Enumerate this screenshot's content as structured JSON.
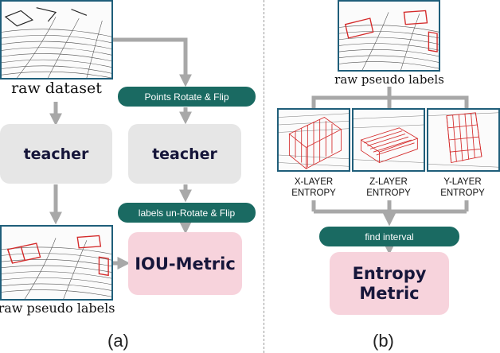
{
  "panel_a": {
    "input_label": "raw dataset",
    "teacher_left": "teacher",
    "teacher_right": "teacher",
    "pill_top": "Points Rotate & Flip",
    "pill_bottom": "labels un-Rotate & Flip",
    "metric": "IOU-Metric",
    "output_label": "raw pseudo labels",
    "caption": "(a)"
  },
  "panel_b": {
    "input_label": "raw pseudo labels",
    "entropy_labels": [
      {
        "line1": "X-LAYER",
        "line2": "ENTROPY"
      },
      {
        "line1": "Z-LAYER",
        "line2": "ENTROPY"
      },
      {
        "line1": "Y-LAYER",
        "line2": "ENTROPY"
      }
    ],
    "pill": "find interval",
    "metric_line1": "Entropy",
    "metric_line2": "Metric",
    "caption": "(b)"
  },
  "colors": {
    "arrow": "#a8a8a8",
    "pill": "#1a6a62",
    "teacher_box": "#e6e6e6",
    "metric_box": "#f7d3dc",
    "thumb_border": "#1f5e7a",
    "bbox_red": "#d42a2a"
  }
}
